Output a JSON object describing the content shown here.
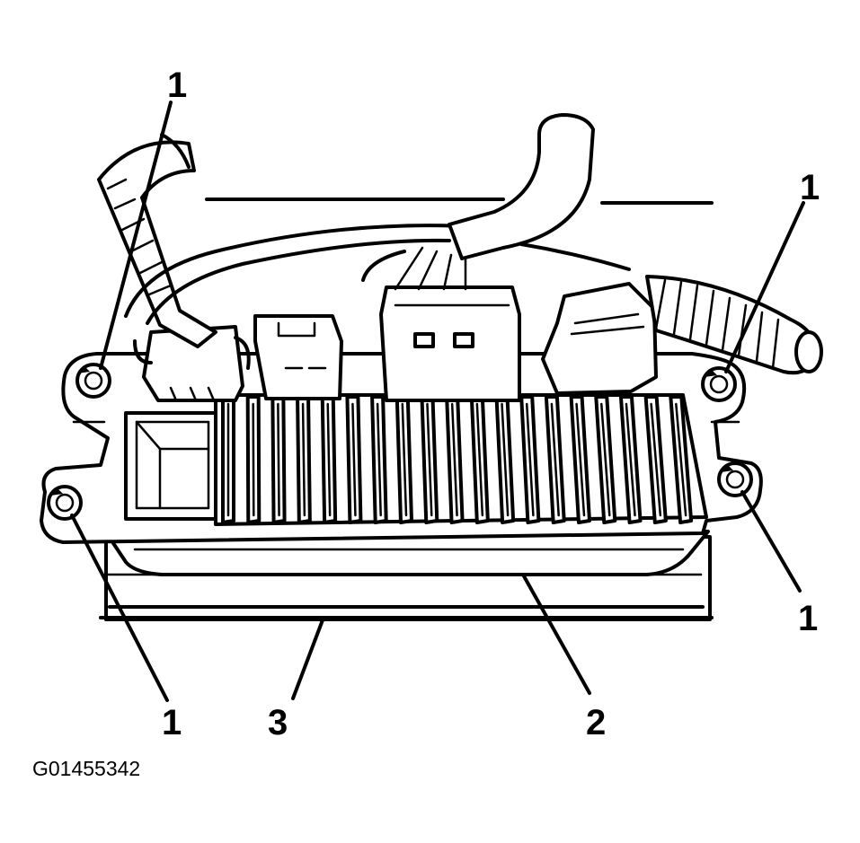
{
  "diagram": {
    "callouts": [
      {
        "id": "nut-top-left",
        "label": "1"
      },
      {
        "id": "nut-top-right",
        "label": "1"
      },
      {
        "id": "nut-bottom-right",
        "label": "1"
      },
      {
        "id": "nut-bottom-left",
        "label": "1"
      },
      {
        "id": "module-base",
        "label": "3"
      },
      {
        "id": "module-heatsink",
        "label": "2"
      }
    ],
    "figure_id": "G01455342"
  }
}
